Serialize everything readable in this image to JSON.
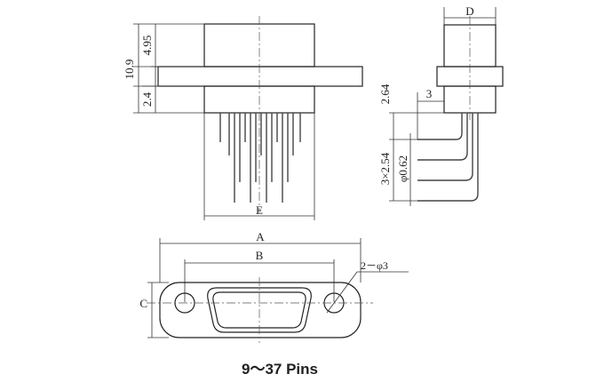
{
  "caption": "9～37 Pins",
  "front_view": {
    "dim_total_height": "10.9",
    "dim_body_height": "4.95",
    "dim_flange_offset": "2.4",
    "dim_width": "E"
  },
  "side_view": {
    "dim_depth": "D",
    "dim_pin_offset": "3",
    "dim_flange_to_pin": "2.64",
    "dim_pin_pitch": "3×2.54",
    "dim_pin_diameter": "φ0.62"
  },
  "top_view": {
    "dim_overall_length": "A",
    "dim_hole_spacing": "B",
    "dim_height": "C",
    "dim_mount_holes": "2－φ3"
  }
}
